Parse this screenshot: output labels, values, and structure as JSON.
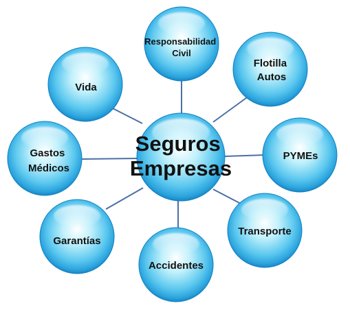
{
  "center": {
    "label_lines": [
      "Seguros",
      "Empresas"
    ]
  },
  "nodes": [
    {
      "id": "responsabilidad-civil",
      "label_lines": [
        "Responsabilidad",
        "Civil"
      ]
    },
    {
      "id": "flotilla-autos",
      "label_lines": [
        "Flotilla",
        "Autos"
      ]
    },
    {
      "id": "pymes",
      "label_lines": [
        "PYMEs"
      ]
    },
    {
      "id": "transporte",
      "label_lines": [
        "Transporte"
      ]
    },
    {
      "id": "accidentes",
      "label_lines": [
        "Accidentes"
      ]
    },
    {
      "id": "garantias",
      "label_lines": [
        "Garantías"
      ]
    },
    {
      "id": "gastos-medicos",
      "label_lines": [
        "Gastos",
        "Médicos"
      ]
    },
    {
      "id": "vida",
      "label_lines": [
        "Vida"
      ]
    }
  ],
  "colors": {
    "connector": "#4a6fa5",
    "bubble_light": "#eefcff",
    "bubble_mid": "#74d3f2",
    "bubble_dark": "#1d9ad6",
    "bubble_edge": "#0f7fc0"
  }
}
